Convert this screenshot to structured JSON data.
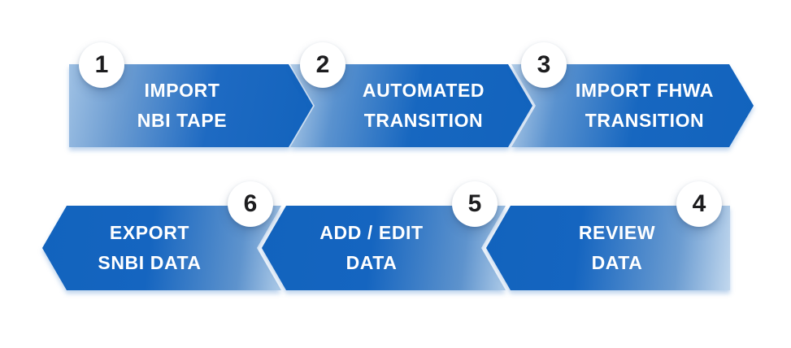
{
  "colors": {
    "arrow_dark": "#1565c0",
    "arrow_light": "#a9c8e8",
    "arrow_lighter": "#c2d8ee",
    "badge_background": "#ffffff",
    "badge_number": "#1d1d1f",
    "step_text": "#ffffff",
    "page_background": "#ffffff"
  },
  "diagram": {
    "type": "process-flow-chevrons",
    "rows": [
      {
        "direction": "right",
        "steps": [
          {
            "number": "1",
            "line1": "IMPORT",
            "line2": "NBI TAPE"
          },
          {
            "number": "2",
            "line1": "AUTOMATED",
            "line2": "TRANSITION"
          },
          {
            "number": "3",
            "line1": "IMPORT FHWA",
            "line2": "TRANSITION"
          }
        ]
      },
      {
        "direction": "left",
        "steps": [
          {
            "number": "6",
            "line1": "EXPORT",
            "line2": "SNBI DATA"
          },
          {
            "number": "5",
            "line1": "ADD / EDIT",
            "line2": "DATA"
          },
          {
            "number": "4",
            "line1": "REVIEW",
            "line2": "DATA"
          }
        ]
      }
    ]
  }
}
